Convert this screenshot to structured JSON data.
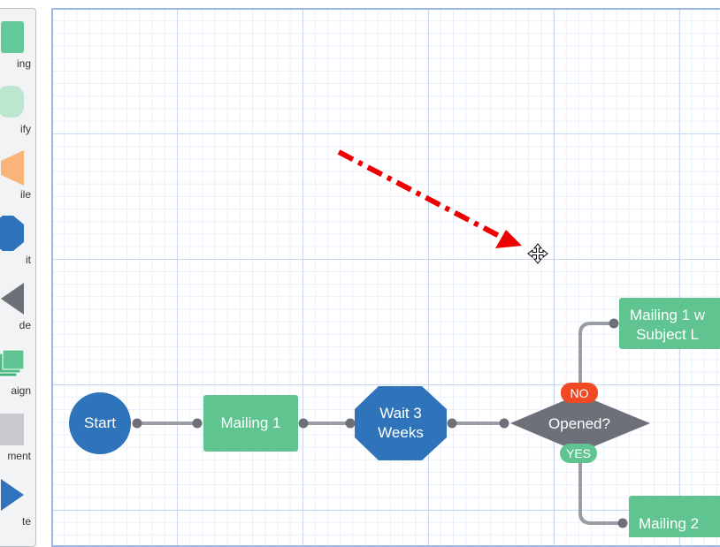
{
  "palette": {
    "items": [
      {
        "label": "ing",
        "icon": "mailing-shape-icon"
      },
      {
        "label": "ify",
        "icon": "notify-shape-icon"
      },
      {
        "label": "ile",
        "icon": "profile-shape-icon"
      },
      {
        "label": "it",
        "icon": "wait-shape-icon"
      },
      {
        "label": "de",
        "icon": "decide-shape-icon"
      },
      {
        "label": "aign",
        "icon": "campaign-shape-icon"
      },
      {
        "label": "ment",
        "icon": "segment-shape-icon"
      },
      {
        "label": "te",
        "icon": "route-shape-icon"
      }
    ]
  },
  "flow": {
    "start": "Start",
    "mailing1": "Mailing 1",
    "wait": "Wait 3\nWeeks",
    "decision": "Opened?",
    "no_label": "NO",
    "yes_label": "YES",
    "mailing1_resend": "Mailing 1 w\nSubject L",
    "mailing2": "Mailing 2"
  },
  "colors": {
    "blue": "#2f74bb",
    "green": "#5fc48f",
    "gray": "#6d7079",
    "connector": "#9a9da3",
    "no_badge": "#f04a24",
    "yes_badge": "#5fc48f",
    "arrow": "#ee0000"
  }
}
